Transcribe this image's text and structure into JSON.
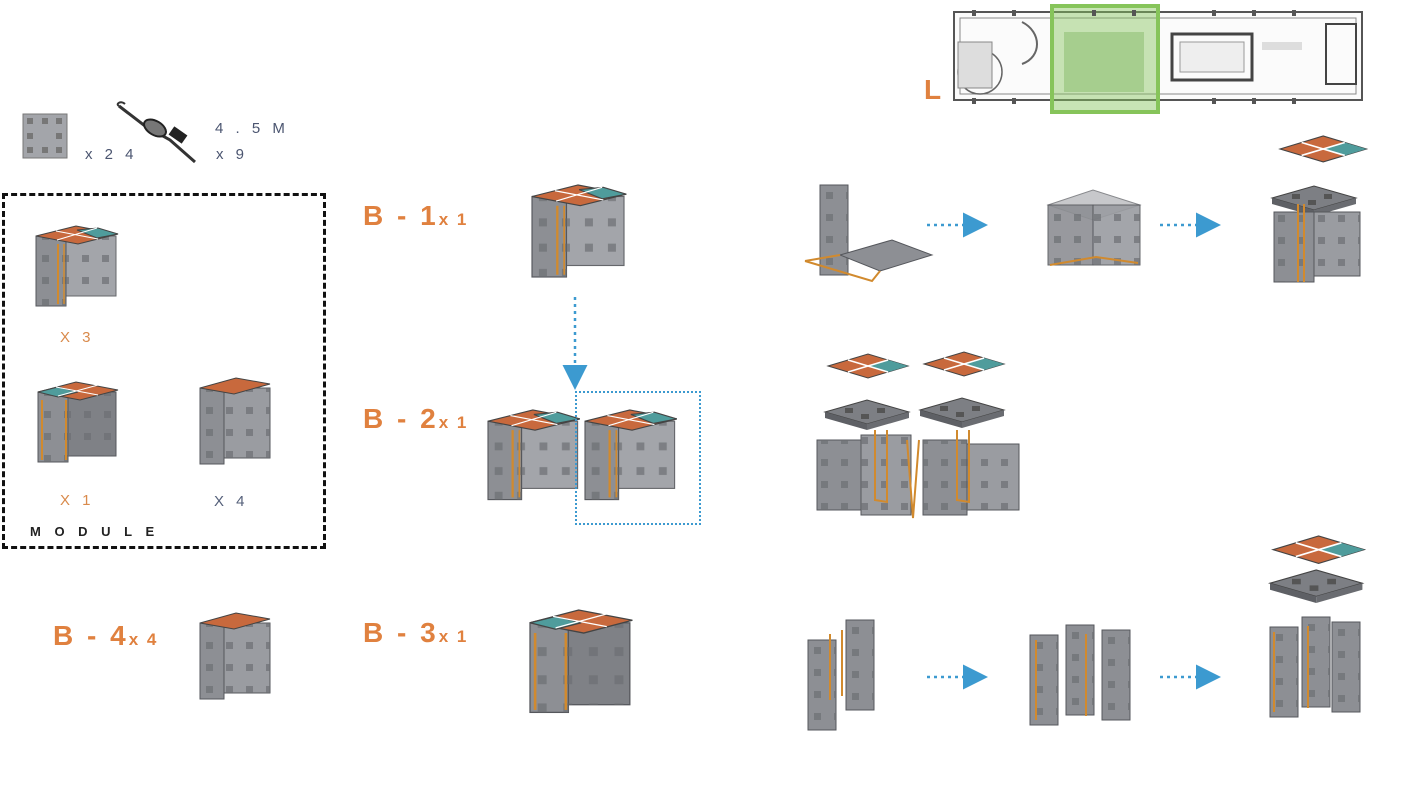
{
  "materials": {
    "panel_count": "x 2 4",
    "strap_length": "4 . 5 M",
    "strap_count": "x 9"
  },
  "module_box": {
    "label": "M O D U L E",
    "items": [
      {
        "qty": "X 3"
      },
      {
        "qty": "X 1"
      },
      {
        "qty": "X 4"
      }
    ]
  },
  "labels": {
    "b1_main": "B - 1",
    "b1_sub": "x 1",
    "b2_main": "B - 2",
    "b2_sub": "x 1",
    "b3_main": "B - 3",
    "b3_sub": "x 1",
    "b4_main": "B - 4",
    "b4_sub": "x 4",
    "plan": "L"
  },
  "colors": {
    "orange": "#c8693d",
    "teal": "#4f9c9c",
    "panel": "#8d8f94",
    "panel_dark": "#6f7176",
    "edge": "#d18a2e",
    "arrow": "#3c9ad0",
    "plan_highlight": "#86c45a"
  }
}
